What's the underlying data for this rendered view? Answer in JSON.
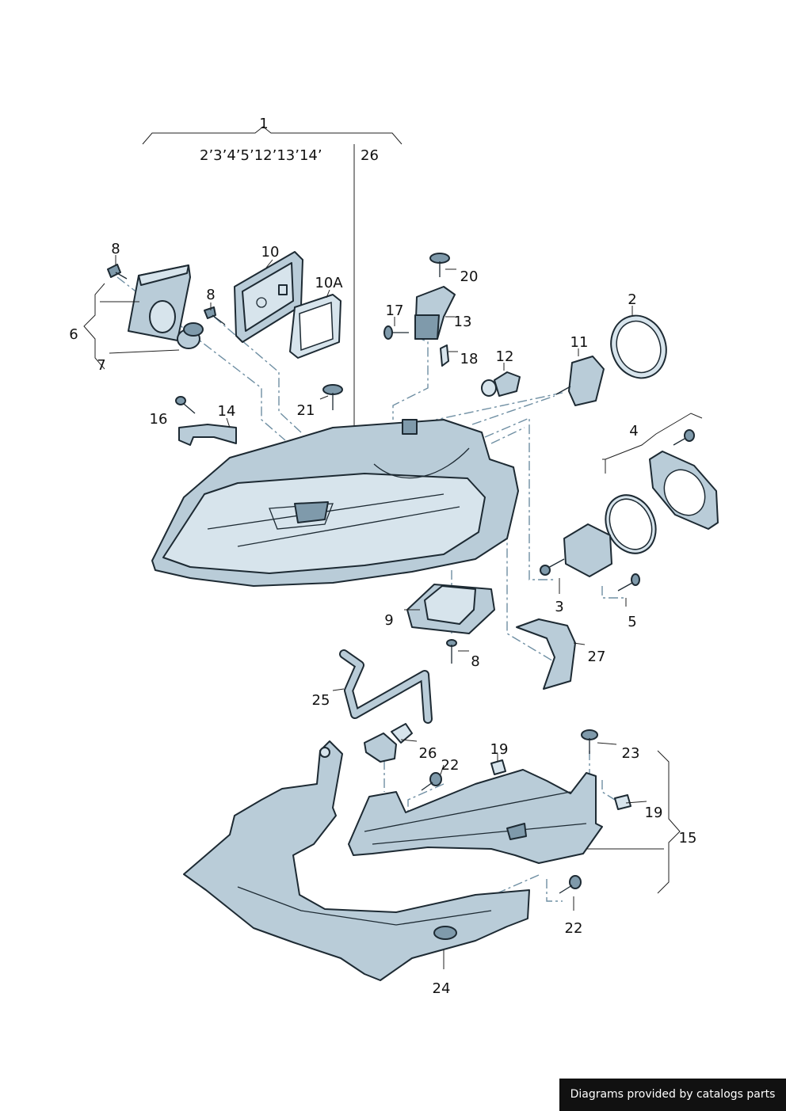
{
  "diagram": {
    "group_label": "1",
    "group_sublabel": "2’3’4’5’12’13’14’",
    "callouts": {
      "c26_top": "26",
      "c8_a": "8",
      "c10": "10",
      "c10a": "10A",
      "c8_b": "8",
      "c6": "6",
      "c7": "7",
      "c20": "20",
      "c17": "17",
      "c13": "13",
      "c18": "18",
      "c12": "12",
      "c11": "11",
      "c2": "2",
      "c16": "16",
      "c14": "14",
      "c21": "21",
      "c4": "4",
      "c3": "3",
      "c5": "5",
      "c9": "9",
      "c8_c": "8",
      "c27": "27",
      "c25": "25",
      "c26_bottom": "26",
      "c19_a": "19",
      "c22_a": "22",
      "c23": "23",
      "c19_b": "19",
      "c15": "15",
      "c22_b": "22",
      "c24": "24"
    }
  },
  "footer": {
    "credit": "Diagrams provided by catalogs parts"
  },
  "colors": {
    "part_fill": "#b9ccd8",
    "outline": "#1d2a33",
    "leader_dash": "#6f8fa3",
    "credit_bg": "#111111"
  }
}
